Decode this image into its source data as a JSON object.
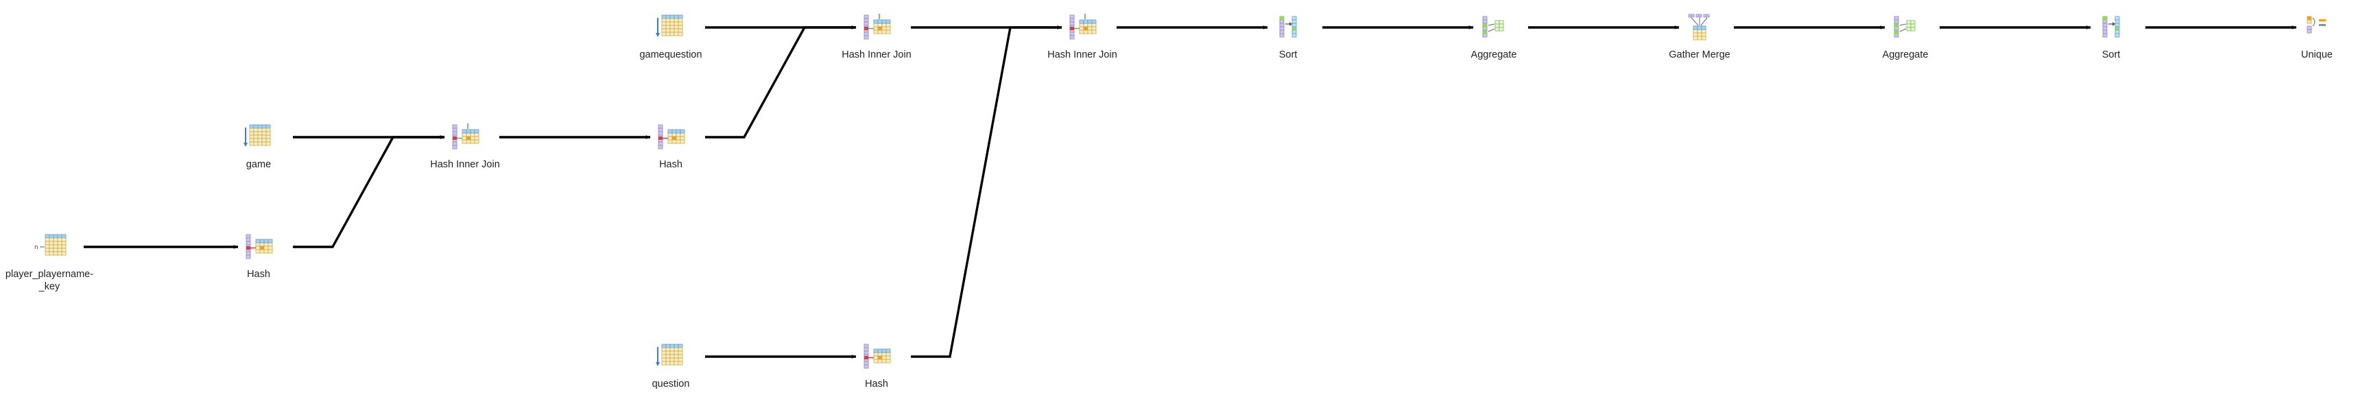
{
  "diagram": {
    "type": "query-plan",
    "nodes": [
      {
        "id": "n_player_key",
        "name": "player-playername-key-node",
        "label_lines": [
          "player_playername-",
          "_key"
        ],
        "icon": "index-scan-icon"
      },
      {
        "id": "n_hash1",
        "name": "hash-node-1",
        "label_lines": [
          "Hash"
        ],
        "icon": "hash-icon"
      },
      {
        "id": "n_game",
        "name": "game-node",
        "label_lines": [
          "game"
        ],
        "icon": "seq-scan-icon"
      },
      {
        "id": "n_hij1",
        "name": "hash-inner-join-node-1",
        "label_lines": [
          "Hash Inner Join"
        ],
        "icon": "hash-inner-join-icon"
      },
      {
        "id": "n_hash2",
        "name": "hash-node-2",
        "label_lines": [
          "Hash"
        ],
        "icon": "hash-icon"
      },
      {
        "id": "n_gamequestion",
        "name": "gamequestion-node",
        "label_lines": [
          "gamequestion"
        ],
        "icon": "seq-scan-icon"
      },
      {
        "id": "n_question",
        "name": "question-node",
        "label_lines": [
          "question"
        ],
        "icon": "seq-scan-icon"
      },
      {
        "id": "n_hash3",
        "name": "hash-node-3",
        "label_lines": [
          "Hash"
        ],
        "icon": "hash-icon"
      },
      {
        "id": "n_hij2",
        "name": "hash-inner-join-node-2",
        "label_lines": [
          "Hash Inner Join"
        ],
        "icon": "hash-inner-join-icon"
      },
      {
        "id": "n_hij3",
        "name": "hash-inner-join-node-3",
        "label_lines": [
          "Hash Inner Join"
        ],
        "icon": "hash-inner-join-icon"
      },
      {
        "id": "n_sort1",
        "name": "sort-node-1",
        "label_lines": [
          "Sort"
        ],
        "icon": "sort-icon"
      },
      {
        "id": "n_agg1",
        "name": "aggregate-node-1",
        "label_lines": [
          "Aggregate"
        ],
        "icon": "aggregate-icon"
      },
      {
        "id": "n_gather",
        "name": "gather-merge-node",
        "label_lines": [
          "Gather Merge"
        ],
        "icon": "gather-merge-icon"
      },
      {
        "id": "n_agg2",
        "name": "aggregate-node-2",
        "label_lines": [
          "Aggregate"
        ],
        "icon": "aggregate-icon"
      },
      {
        "id": "n_sort2",
        "name": "sort-node-2",
        "label_lines": [
          "Sort"
        ],
        "icon": "sort-icon"
      },
      {
        "id": "n_unique",
        "name": "unique-node",
        "label_lines": [
          "Unique"
        ],
        "icon": "unique-icon"
      }
    ],
    "edges": [
      [
        "n_player_key",
        "n_hash1"
      ],
      [
        "n_game",
        "n_hij1"
      ],
      [
        "n_hash1",
        "n_hij1"
      ],
      [
        "n_hij1",
        "n_hash2"
      ],
      [
        "n_gamequestion",
        "n_hij2"
      ],
      [
        "n_hash2",
        "n_hij2"
      ],
      [
        "n_question",
        "n_hash3"
      ],
      [
        "n_hij2",
        "n_hij3"
      ],
      [
        "n_hash3",
        "n_hij3"
      ],
      [
        "n_hij3",
        "n_sort1"
      ],
      [
        "n_sort1",
        "n_agg1"
      ],
      [
        "n_agg1",
        "n_gather"
      ],
      [
        "n_gather",
        "n_agg2"
      ],
      [
        "n_agg2",
        "n_sort2"
      ],
      [
        "n_sort2",
        "n_unique"
      ]
    ],
    "colors": {
      "edge": "#000000",
      "label": "#222222",
      "table_fill": "#fdf1c2",
      "table_header": "#a9d4f0",
      "table_line": "#c9a64a",
      "column_fill": "#cfc6ee",
      "column_line": "#8f84c8",
      "hash_red": "#e23b3b",
      "hash_orange": "#f0a020",
      "join_green": "#59b84b",
      "agg_green": "#8fdc5a",
      "accent_blue": "#3d7dd8"
    }
  }
}
